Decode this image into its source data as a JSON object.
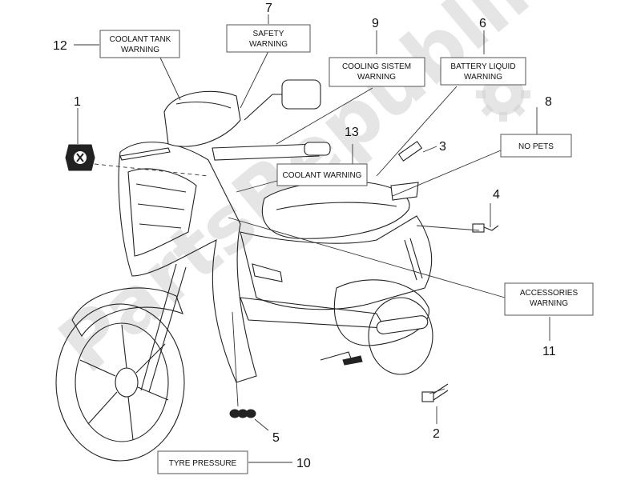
{
  "watermark": "PartsRepublik",
  "colors": {
    "line": "#222222",
    "watermark": "#cfcfcf",
    "box_border": "#555555"
  },
  "callouts": [
    {
      "number": "1",
      "lines": []
    },
    {
      "number": "2",
      "lines": []
    },
    {
      "number": "3",
      "lines": []
    },
    {
      "number": "4",
      "lines": []
    },
    {
      "number": "5",
      "lines": []
    },
    {
      "number": "6",
      "lines": [
        "BATTERY LIQUID",
        "WARNING"
      ]
    },
    {
      "number": "7",
      "lines": [
        "SAFETY",
        "WARNING"
      ]
    },
    {
      "number": "8",
      "lines": [
        "NO PETS"
      ]
    },
    {
      "number": "9",
      "lines": [
        "COOLING SISTEM",
        "WARNING"
      ]
    },
    {
      "number": "10",
      "lines": [
        "TYRE PRESSURE"
      ]
    },
    {
      "number": "11",
      "lines": [
        "ACCESSORIES",
        "WARNING"
      ]
    },
    {
      "number": "12",
      "lines": [
        "COOLANT TANK",
        "WARNING"
      ]
    },
    {
      "number": "13",
      "lines": [
        "COOLANT WARNING"
      ]
    }
  ]
}
